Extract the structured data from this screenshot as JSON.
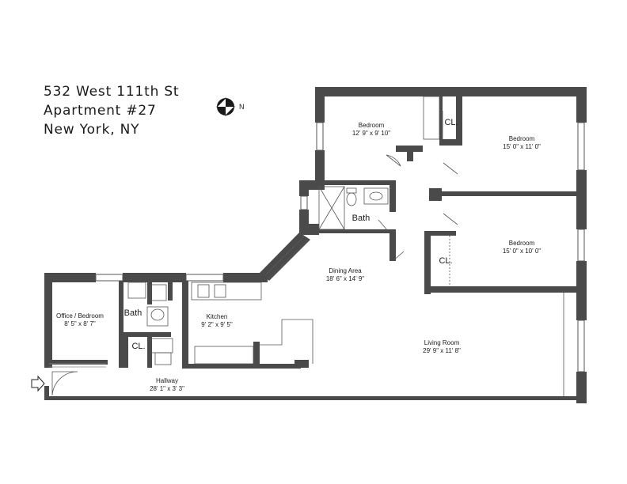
{
  "address": {
    "street": "532 West 111th St",
    "apartment": "Apartment #27",
    "city": "New York, NY"
  },
  "compass": {
    "label": "N",
    "icon": "north-arrow-icon"
  },
  "rooms": {
    "bedroom_1": {
      "name": "Bedroom",
      "dims": "12' 9\" x 9' 10\""
    },
    "bedroom_2": {
      "name": "Bedroom",
      "dims": "15' 0\" x 11' 0\""
    },
    "bedroom_3": {
      "name": "Bedroom",
      "dims": "15' 0\" x 10' 0\""
    },
    "dining": {
      "name": "Dining Area",
      "dims": "18' 6\" x 14' 9\""
    },
    "living": {
      "name": "Living Room",
      "dims": "29' 9\" x 11' 8\""
    },
    "kitchen": {
      "name": "Kitchen",
      "dims": "9' 2\" x 9' 5\""
    },
    "office": {
      "name": "Office / Bedroom",
      "dims": "8' 5\" x 8' 7\""
    },
    "hallway": {
      "name": "Hallway",
      "dims": "28' 1\" x 3' 3\""
    },
    "bath_main": {
      "name": "Bath"
    },
    "bath_small": {
      "name": "Bath"
    },
    "closet_1": {
      "name": "CL."
    },
    "closet_2": {
      "name": "CL."
    },
    "closet_3": {
      "name": "CL."
    }
  },
  "colors": {
    "wall": "#4a4a4a",
    "line": "#333333",
    "background": "#ffffff"
  }
}
